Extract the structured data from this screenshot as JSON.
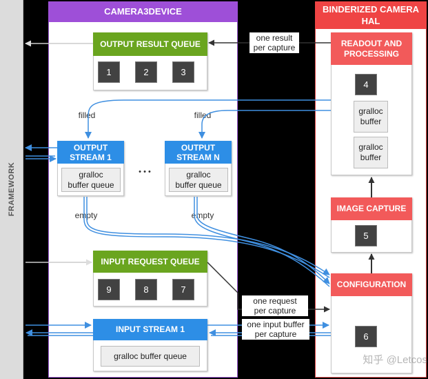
{
  "framework_label": "FRAMEWORK",
  "camera3device": {
    "title": "CAMERA3DEVICE",
    "output_result_queue": {
      "title": "OUTPUT RESULT QUEUE",
      "items": [
        "1",
        "2",
        "3"
      ]
    },
    "output_stream_1": {
      "title_line1": "OUTPUT",
      "title_line2": "STREAM 1",
      "buffer_line1": "gralloc",
      "buffer_line2": "buffer queue",
      "filled_label": "filled",
      "empty_label": "empty"
    },
    "ellipsis": "• • •",
    "output_stream_n": {
      "title_line1": "OUTPUT",
      "title_line2": "STREAM N",
      "buffer_line1": "gralloc",
      "buffer_line2": "buffer queue",
      "filled_label": "filled",
      "empty_label": "empty"
    },
    "input_request_queue": {
      "title": "INPUT REQUEST QUEUE",
      "items": [
        "9",
        "8",
        "7"
      ]
    },
    "input_stream_1": {
      "title": "INPUT STREAM 1",
      "buffer": "gralloc buffer queue"
    }
  },
  "hal": {
    "title_line1": "BINDERIZED CAMERA",
    "title_line2": "HAL",
    "readout": {
      "title_line1": "READOUT AND",
      "title_line2": "PROCESSING",
      "item": "4",
      "buffer1_line1": "gralloc",
      "buffer1_line2": "buffer",
      "buffer2_line1": "gralloc",
      "buffer2_line2": "buffer"
    },
    "image_capture": {
      "title": "IMAGE CAPTURE",
      "item": "5"
    },
    "configuration": {
      "title": "CONFIGURATION",
      "item": "6"
    }
  },
  "links": {
    "one_result_line1": "one result",
    "one_result_line2": "per capture",
    "one_request_line1": "one request",
    "one_request_line2": "per capture",
    "one_input_line1": "one input buffer",
    "one_input_line2": "per capture"
  },
  "watermark": "知乎 @Letcos",
  "colors": {
    "camera3device": "#9e4fd8",
    "hal": "#ef4444",
    "queue_green": "#6aa51f",
    "stream_blue": "#2d8ee6",
    "hal_block": "#f25a5a",
    "flow_arrow": "#3f8fe0"
  }
}
